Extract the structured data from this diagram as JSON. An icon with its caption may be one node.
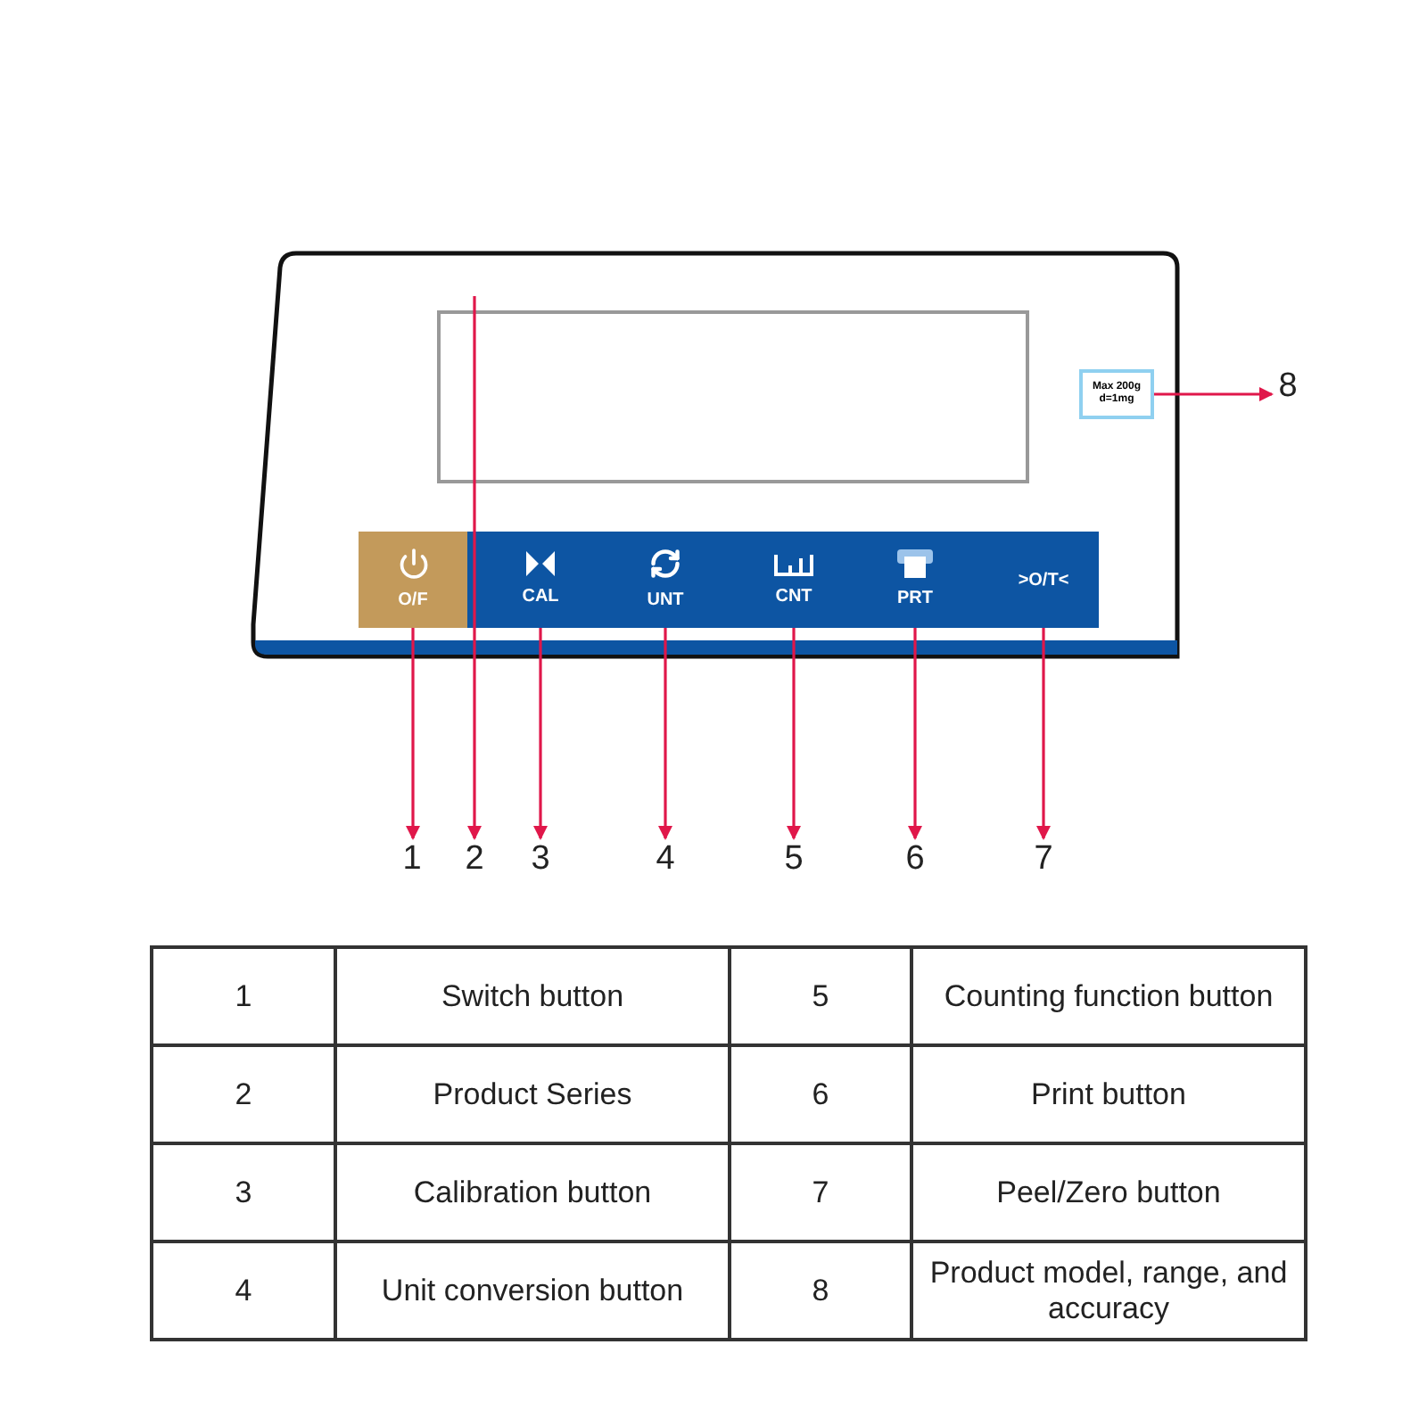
{
  "diagram": {
    "nodes": [
      {
        "text": [
          "O/F"
        ]
      },
      {
        "text": [
          "CAL"
        ]
      },
      {
        "text": [
          "UNT"
        ]
      },
      {
        "text": [
          "CNT"
        ]
      },
      {
        "text": [
          "PRT"
        ]
      },
      {
        "text": [
          ">O/T<"
        ]
      },
      {
        "text": [
          "Max 200g d=1mg"
        ]
      },
      {
        "text": [
          "1"
        ]
      },
      {
        "text": [
          "2"
        ]
      },
      {
        "text": [
          "3"
        ]
      },
      {
        "text": [
          "4"
        ]
      },
      {
        "text": [
          "5"
        ]
      },
      {
        "text": [
          "6"
        ]
      },
      {
        "text": [
          "7"
        ]
      },
      {
        "text": [
          "8"
        ]
      }
    ],
    "edges": [
      {
        "from": 0,
        "to": 7,
        "arrow": "to"
      },
      {
        "from": null,
        "to": 8,
        "arrow": "to"
      },
      {
        "from": 1,
        "to": 9,
        "arrow": "to"
      },
      {
        "from": 2,
        "to": 10,
        "arrow": "to"
      },
      {
        "from": 3,
        "to": 11,
        "arrow": "to"
      },
      {
        "from": 4,
        "to": 12,
        "arrow": "to"
      },
      {
        "from": 5,
        "to": 13,
        "arrow": "to"
      },
      {
        "from": 6,
        "to": 14,
        "arrow": "to"
      }
    ],
    "labels": [
      "1",
      "Switch button",
      "5",
      "Counting function button",
      "2",
      "Product Series",
      "6",
      "Print button",
      "3",
      "Calibration button",
      "7",
      "Peel/Zero button",
      "4",
      "Unit conversion button",
      "8",
      "Product model, range, and accuracy"
    ]
  }
}
